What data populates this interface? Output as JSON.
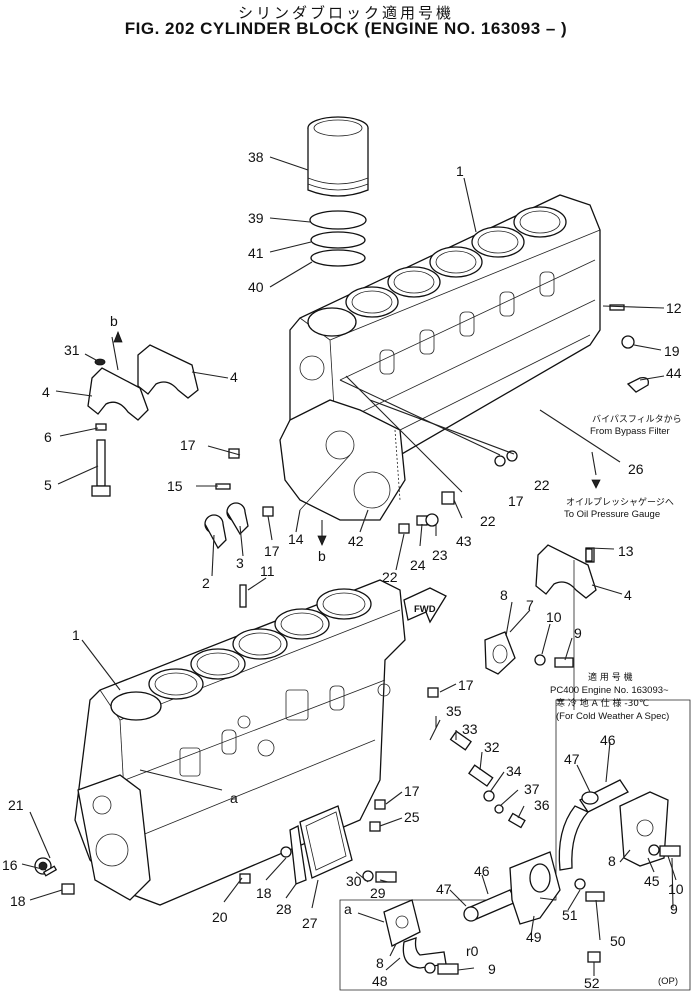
{
  "title": {
    "jp": "シリンダブロック適用号機",
    "en": "FIG. 202  CYLINDER BLOCK (ENGINE NO. 163093 –  )"
  },
  "callouts": {
    "c1a": "1",
    "c1b": "1",
    "c2": "2",
    "c3": "3",
    "c4a": "4",
    "c4b": "4",
    "c4c": "4",
    "c5": "5",
    "c6": "6",
    "c7": "7",
    "c8a": "8",
    "c8b": "8",
    "c8c": "8",
    "c9a": "9",
    "c9b": "9",
    "c9c": "9",
    "c10a": "10",
    "c10b": "10",
    "c11": "11",
    "c12": "12",
    "c13": "13",
    "c14": "14",
    "c15": "15",
    "c16": "16",
    "c17a": "17",
    "c17b": "17",
    "c17c": "17",
    "c17d": "17",
    "c17e": "17",
    "c18a": "18",
    "c18b": "18",
    "c19": "19",
    "c20": "20",
    "c21": "21",
    "c22a": "22",
    "c22b": "22",
    "c22c": "22",
    "c23": "23",
    "c24": "24",
    "c25": "25",
    "c26": "26",
    "c27": "27",
    "c28": "28",
    "c29": "29",
    "c30": "30",
    "c31": "31",
    "c32": "32",
    "c33": "33",
    "c34": "34",
    "c35": "35",
    "c36": "36",
    "c37": "37",
    "c38": "38",
    "c39": "39",
    "c40": "40",
    "c41": "41",
    "c42": "42",
    "c43": "43",
    "c44": "44",
    "c45": "45",
    "c46a": "46",
    "c46b": "46",
    "c47a": "47",
    "c47b": "47",
    "c48": "48",
    "c49": "49",
    "c50": "50",
    "c51": "51",
    "c52": "52",
    "b1": "b",
    "b2": "b",
    "a1": "a",
    "a2": "a",
    "r0": "r0"
  },
  "notes": {
    "bypass_jp": "バイパスフィルタから",
    "bypass_en": "From Bypass Filter",
    "oil_jp": "オイルプレッシャゲージへ",
    "oil_en": "To Oil Pressure Gauge",
    "fwd": "FWD",
    "spec_jp": "適 用 号 機",
    "spec_model": "PC400  Engine No. 163093~",
    "spec_jp2": "寒 冷 地 A 仕 様 -30℃",
    "spec_en": "(For Cold Weather A Spec)",
    "op": "(OP)"
  }
}
